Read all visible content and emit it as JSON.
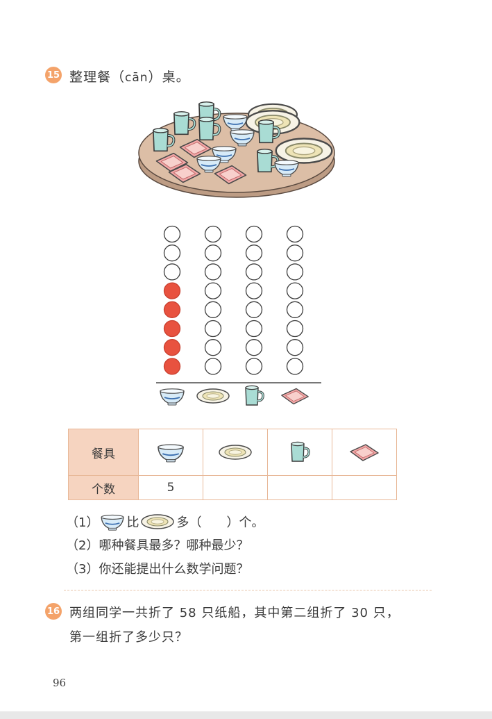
{
  "problem15": {
    "number": "15",
    "title_before": "整理餐（",
    "pinyin": "cān",
    "title_after": "）桌。"
  },
  "chart_data": {
    "type": "dot-column",
    "capacity": 8,
    "categories": [
      "bowl-icon",
      "plate-icon",
      "cup-icon",
      "saucer-icon"
    ],
    "filled": [
      5,
      0,
      0,
      0
    ],
    "filled_color": "#e8523f"
  },
  "table": {
    "row1_label": "餐具",
    "row2_label": "个数",
    "counts": [
      "5",
      "",
      "",
      ""
    ]
  },
  "questions": {
    "q1_num": "（1）",
    "q1_mid": "比",
    "q1_end": "多（　　）个。",
    "q2": "（2）哪种餐具最多？哪种最少？",
    "q3": "（3）你还能提出什么数学问题？"
  },
  "problem16": {
    "number": "16",
    "line1": "两组同学一共折了 58 只纸船，其中第二组折了 30 只，",
    "line2": "第一组折了多少只？"
  },
  "page_number": "96",
  "colors": {
    "badge": "#f4a36a",
    "cup": "#a9dcd4",
    "bowl": "#cfe6f5",
    "saucer": "#f2a6a6",
    "table_top": "#d9b9a0"
  }
}
